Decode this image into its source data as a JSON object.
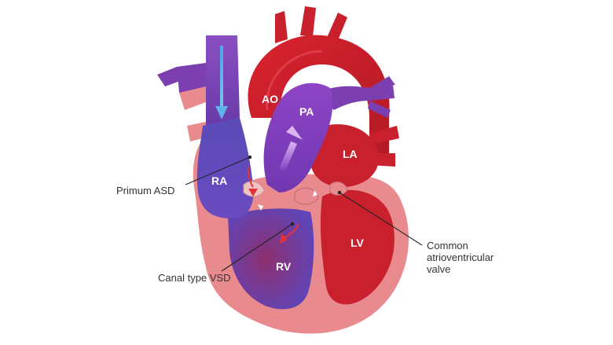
{
  "chambers": {
    "ao": "AO",
    "pa": "PA",
    "la": "LA",
    "ra": "RA",
    "lv": "LV",
    "rv": "RV"
  },
  "callouts": {
    "primum_asd": "Primum ASD",
    "canal_vsd": "Canal type VSD",
    "common_av_valve": [
      "Common",
      "atrioventricular",
      "valve"
    ]
  },
  "colors": {
    "oxygenated": "#c8202c",
    "deoxygenated": "#7b3fb0",
    "mixed": "#8a3a9a",
    "myocardium": "#e98a8e",
    "myocardium_light": "#f3b3b3",
    "arrow_blue": "#5fb3e8",
    "arrow_red": "#e2323a"
  }
}
